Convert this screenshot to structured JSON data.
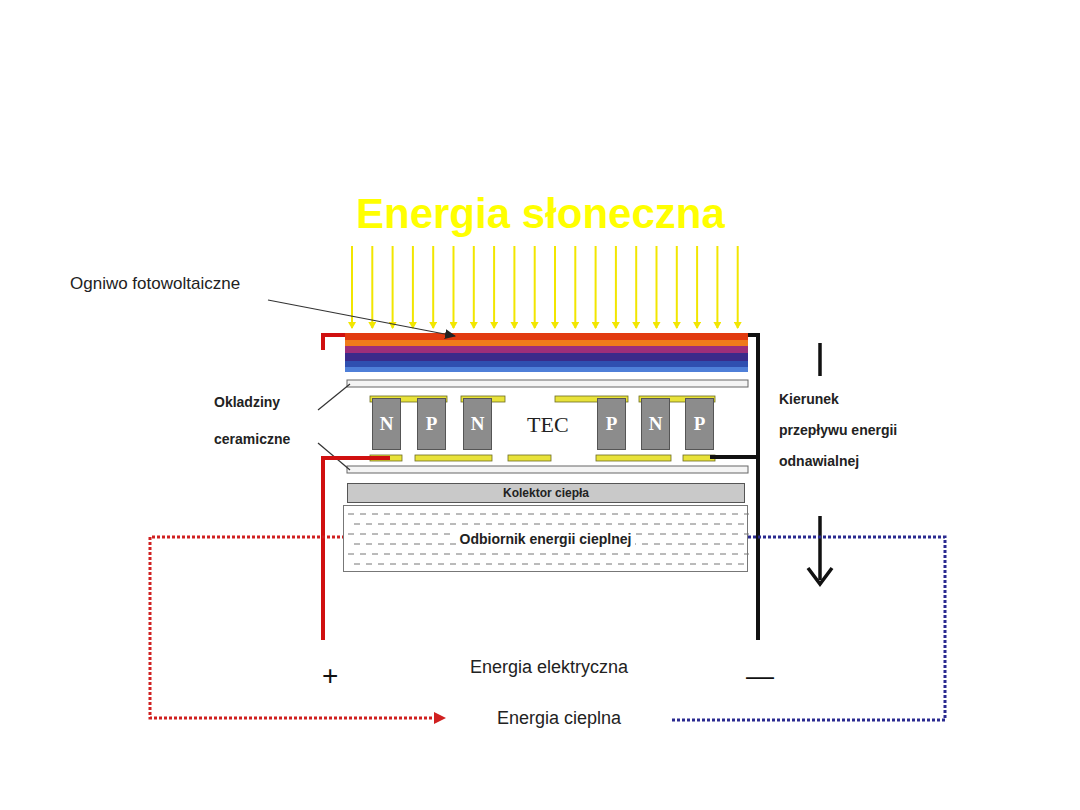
{
  "diagram": {
    "nodes": [
      {
        "text": [
          "N"
        ]
      },
      {
        "text": [
          "P"
        ]
      },
      {
        "text": [
          "N"
        ]
      },
      {
        "text": [
          "P"
        ]
      },
      {
        "text": [
          "N"
        ]
      },
      {
        "text": [
          "P"
        ]
      },
      {
        "text": [
          "Kolektor ciepła"
        ]
      },
      {
        "text": [
          "Odbiornik energii cieplnej"
        ]
      }
    ],
    "labels": [
      "Energia słoneczna",
      "Ogniwo fotowoltaiczne",
      "Okladziny ceramiczne",
      "TEC",
      "Kierunek przepływu energii odnawialnej",
      "+",
      "—",
      "Energia elektryczna",
      "Energia cieplna"
    ]
  }
}
